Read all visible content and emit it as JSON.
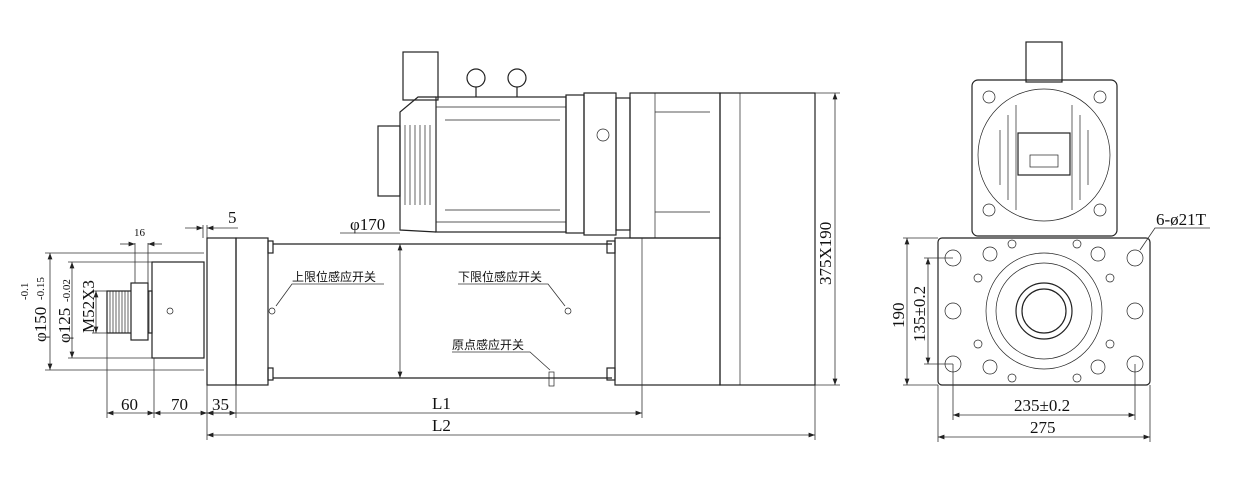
{
  "side_view": {
    "dim_16": "16",
    "dim_5": "5",
    "dim_phi170": "φ170",
    "dim_375x190": "375X190",
    "dim_phi150": "φ150",
    "dim_phi150_tol_upper": "-0.1",
    "dim_phi150_tol_lower": "-0.15",
    "dim_phi125": "φ125",
    "dim_phi125_tol": "-0.02",
    "dim_thread": "M52X3",
    "dim_60": "60",
    "dim_70": "70",
    "dim_35": "35",
    "dim_L1": "L1",
    "dim_L2": "L2",
    "label_upper_limit": "上限位感应开关",
    "label_lower_limit": "下限位感应开关",
    "label_origin": "原点感应开关"
  },
  "end_view": {
    "dim_holes": "6-ø21T",
    "dim_190": "190",
    "dim_135": "135±0.2",
    "dim_235": "235±0.2",
    "dim_275": "275"
  }
}
